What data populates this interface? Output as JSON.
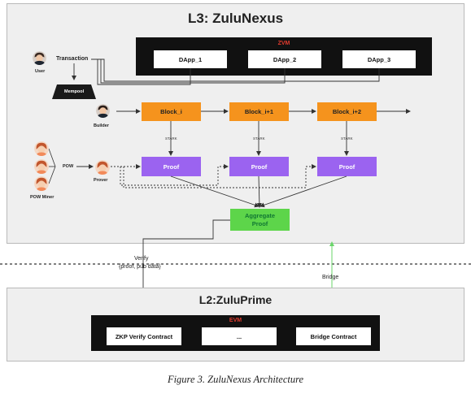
{
  "l3": {
    "title": "L3: ZuluNexus",
    "zvm": {
      "label": "ZVM",
      "dapps": [
        "DApp_1",
        "DApp_2",
        "DApp_3"
      ]
    },
    "user_label": "User",
    "transaction_label": "Transaction",
    "mempool_label": "Mempool",
    "builder_label": "Builder",
    "blocks": [
      "Block_i",
      "Block_i+1",
      "Block_i+2"
    ],
    "stark_label": "STARK",
    "proofs": [
      "Proof",
      "Proof",
      "Proof"
    ],
    "pow_label": "POW",
    "pow_miner_label": "POW Miner",
    "prover_label": "Prover",
    "aggregate_line1": "Aggregate",
    "aggregate_line2": "Proof"
  },
  "links": {
    "verify_line1": "Verify",
    "verify_line2": "{proof, pub data}",
    "bridge_label": "Bridge"
  },
  "l2": {
    "title": "L2:ZuluPrime",
    "evm": {
      "label": "EVM",
      "contracts": [
        "ZKP Verify Contract",
        "...",
        "Bridge Contract"
      ]
    }
  },
  "caption": "Figure 3. ZuluNexus Architecture",
  "colors": {
    "block": "#f5931d",
    "proof": "#9b63f0",
    "aggregate": "#5dd54a",
    "vm_label": "#e33b2e",
    "bridge_line": "#6ad66a"
  }
}
